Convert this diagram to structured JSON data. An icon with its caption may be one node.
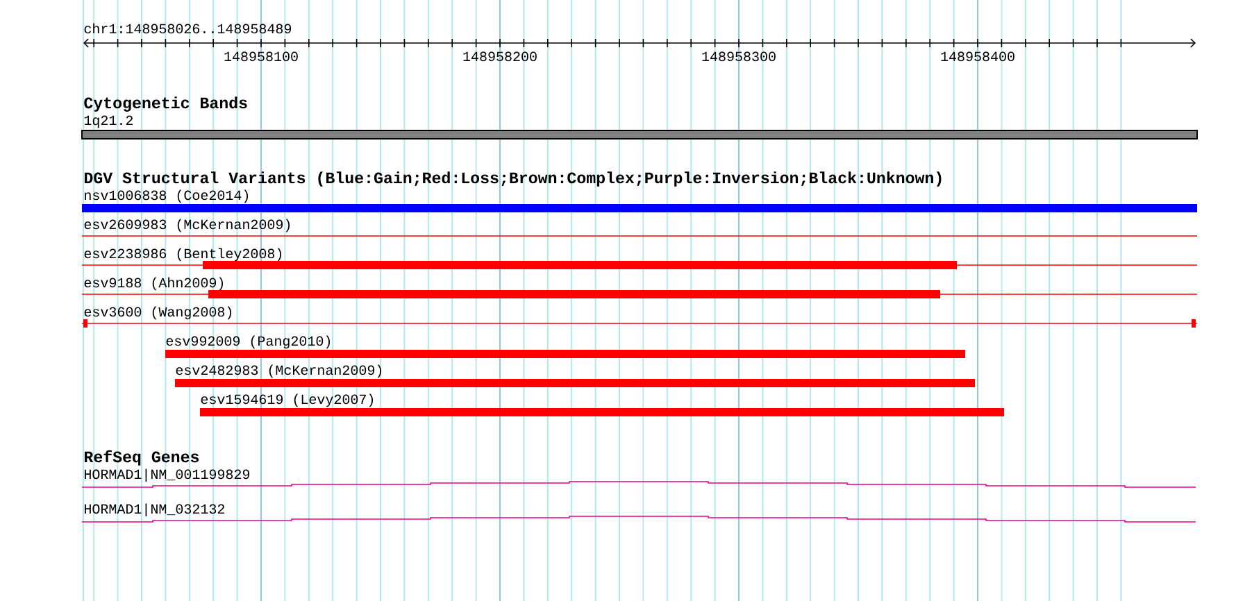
{
  "diagram": {
    "title": "chr1:148958026..148958489",
    "nodes": [
      {
        "text": [
          "1q21.2"
        ]
      },
      {
        "text": [
          "nsv1006838 (Coe2014)"
        ]
      },
      {
        "text": [
          "esv2609983 (McKernan2009)"
        ]
      },
      {
        "text": [
          "esv2238986 (Bentley2008)"
        ]
      },
      {
        "text": [
          "esv9188 (Ahn2009)"
        ]
      },
      {
        "text": [
          "esv3600 (Wang2008)"
        ]
      },
      {
        "text": [
          "esv992009 (Pang2010)"
        ]
      },
      {
        "text": [
          "esv2482983 (McKernan2009)"
        ]
      },
      {
        "text": [
          "esv1594619 (Levy2007)"
        ]
      },
      {
        "text": [
          "HORMAD1|NM_001199829"
        ]
      },
      {
        "text": [
          "HORMAD1|NM_032132"
        ]
      }
    ],
    "labels": [
      "148958100",
      "148958200",
      "148958300",
      "148958400",
      "Cytogenetic Bands",
      "DGV Structural Variants (Blue:Gain;Red:Loss;Brown:Complex;Purple:Inversion;Black:Unknown)",
      "RefSeq Genes"
    ]
  }
}
